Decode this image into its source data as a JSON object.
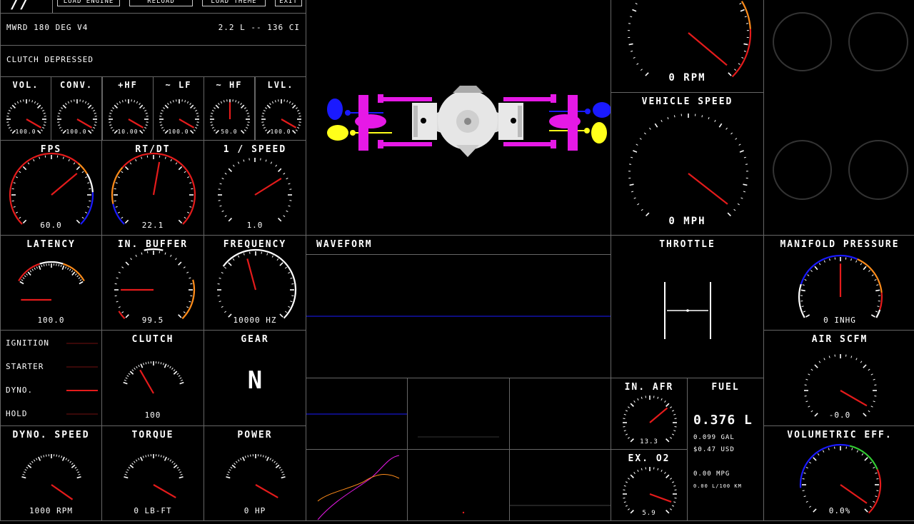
{
  "toolbar": {
    "load_engine": "LOAD ENGINE",
    "reload": "RELOAD",
    "load_theme": "LOAD THEME",
    "exit": "EXIT"
  },
  "engine": {
    "name": "MWRD 180 DEG V4",
    "displacement": "2.2 L -- 136 CI",
    "status": "CLUTCH DEPRESSED"
  },
  "mini_gauges": [
    {
      "title": "VOL.",
      "value": "100.0"
    },
    {
      "title": "CONV.",
      "value": "100.0"
    },
    {
      "title": "+HF",
      "value": "10.00"
    },
    {
      "title": "~ LF",
      "value": "100.0"
    },
    {
      "title": "~ HF",
      "value": "50.0"
    },
    {
      "title": "LVL.",
      "value": "100.0"
    }
  ],
  "perf": {
    "fps": {
      "title": "FPS",
      "value": "60.0"
    },
    "rtdt": {
      "title": "RT/DT",
      "value": "22.1"
    },
    "speed": {
      "title": "1 / SPEED",
      "value": "1.0"
    },
    "latency": {
      "title": "LATENCY",
      "value": "100.0"
    },
    "inbuffer": {
      "title": "IN. BUFFER",
      "value": "99.5"
    },
    "frequency": {
      "title": "FREQUENCY",
      "value": "10000 HZ"
    }
  },
  "controls": {
    "ignition": "IGNITION",
    "starter": "STARTER",
    "dyno": "DYNO.",
    "hold": "HOLD"
  },
  "clutch": {
    "title": "CLUTCH",
    "value": "100"
  },
  "gear": {
    "title": "GEAR",
    "value": "N"
  },
  "dyno": {
    "speed": {
      "title": "DYNO. SPEED",
      "value": "1000 RPM"
    },
    "torque": {
      "title": "TORQUE",
      "value": "0 LB-FT"
    },
    "power": {
      "title": "POWER",
      "value": "0 HP"
    }
  },
  "waveform": {
    "title": "WAVEFORM"
  },
  "tach": {
    "value": "0 RPM"
  },
  "vehicle_speed": {
    "title": "VEHICLE SPEED",
    "value": "0 MPH"
  },
  "throttle": {
    "title": "THROTTLE"
  },
  "manifold": {
    "title": "MANIFOLD PRESSURE",
    "value": "0 INHG"
  },
  "air": {
    "title": "AIR SCFM",
    "value": "-0.0"
  },
  "afr": {
    "title": "IN. AFR",
    "value": "13.3"
  },
  "o2": {
    "title": "EX. O2",
    "value": "5.9"
  },
  "fuel": {
    "title": "FUEL",
    "liters": "0.376 L",
    "gal": "0.099 GAL",
    "usd": "$0.47 USD",
    "mpg": "0.00 MPG",
    "l100": "0.00 L/100 KM"
  },
  "ve": {
    "title": "VOLUMETRIC EFF.",
    "value": "0.0%"
  },
  "colors": {
    "accent_red": "#e41b1b",
    "magenta": "#e619e6",
    "blue": "#1a1aff",
    "yellow": "#ffff1a",
    "orange": "#ff8c1a",
    "green": "#33cc33"
  }
}
